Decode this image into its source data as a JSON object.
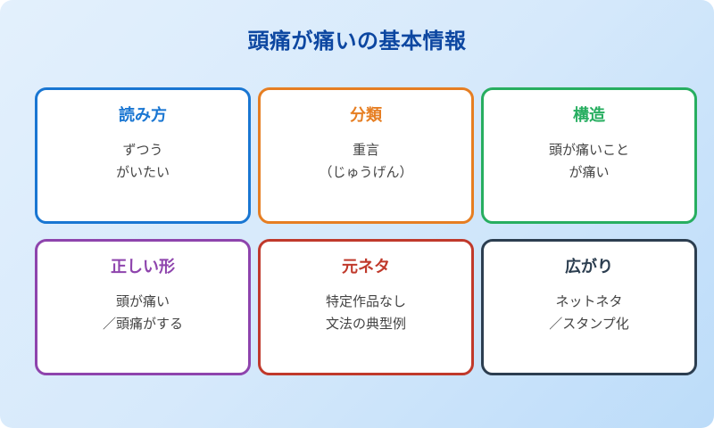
{
  "title": "頭痛が痛いの基本情報",
  "colors": {
    "title": "#0d47a1",
    "background_start": "#e3f0fc",
    "background_end": "#bcdcf9",
    "body_text": "#444444"
  },
  "cards": [
    {
      "title": "読み方",
      "lines": [
        "ずつう",
        "がいたい"
      ],
      "color": "#1976d2"
    },
    {
      "title": "分類",
      "lines": [
        "重言",
        "（じゅうげん）"
      ],
      "color": "#e67e22"
    },
    {
      "title": "構造",
      "lines": [
        "頭が痛いこと",
        "が痛い"
      ],
      "color": "#27ae60"
    },
    {
      "title": "正しい形",
      "lines": [
        "頭が痛い",
        "／頭痛がする"
      ],
      "color": "#8e44ad"
    },
    {
      "title": "元ネタ",
      "lines": [
        "特定作品なし",
        "文法の典型例"
      ],
      "color": "#c0392b"
    },
    {
      "title": "広がり",
      "lines": [
        "ネットネタ",
        "／スタンプ化"
      ],
      "color": "#2c3e50"
    }
  ]
}
